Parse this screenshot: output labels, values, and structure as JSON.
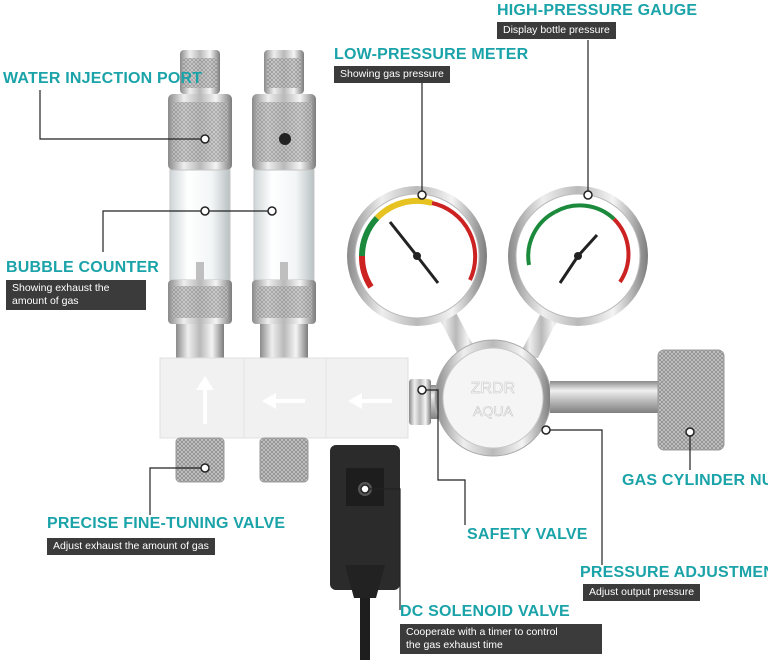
{
  "labels": {
    "high_pressure": {
      "title": "HIGH-PRESSURE GAUGE",
      "desc": "Display bottle pressure"
    },
    "low_pressure": {
      "title": "LOW-PRESSURE METER",
      "desc": "Showing gas pressure"
    },
    "water_injection": {
      "title": "WATER INJECTION PORT"
    },
    "bubble_counter": {
      "title": "BUBBLE COUNTER",
      "desc_line1": "Showing exhaust the",
      "desc_line2": "amount of gas"
    },
    "gas_cylinder_nut": {
      "title": "GAS CYLINDER NUT"
    },
    "fine_tuning": {
      "title": "PRECISE FINE-TUNING VALVE",
      "desc": "Adjust exhaust the amount of gas"
    },
    "safety_valve": {
      "title": "SAFETY VALVE"
    },
    "pressure_adjustment": {
      "title": "PRESSURE ADJUSTMENT",
      "desc": "Adjust output pressure"
    },
    "dc_solenoid": {
      "title": "DC SOLENOID VALVE",
      "desc_line1": "Cooperate with a timer to control",
      "desc_line2": "the gas exhaust time"
    }
  },
  "brand": {
    "line1": "ZRDR",
    "line2": "AQUA"
  },
  "colors": {
    "accent": "#1aa3a8",
    "desc_bg": "#3b3b3b"
  }
}
